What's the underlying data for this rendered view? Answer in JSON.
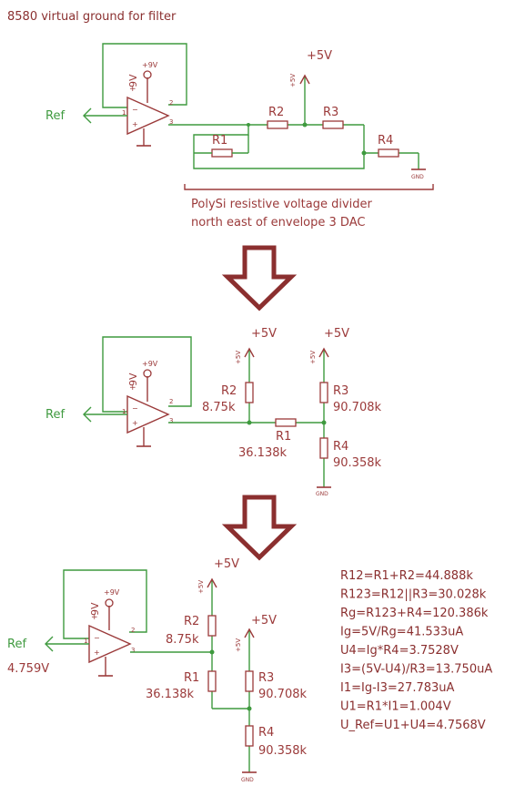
{
  "colors": {
    "wire": "#3f9a3f",
    "component": "#9b3a3a",
    "label": "#8a2f2f",
    "arrow": "#8b2f2f",
    "background": "#ffffff"
  },
  "title": "8580 virtual ground for filter",
  "note": {
    "line1": "PolySi resistive voltage divider",
    "line2": "north east of envelope 3 DAC"
  },
  "labels": {
    "ref": "Ref",
    "plus9v": "+9V",
    "nine_v": "9V",
    "plus5v": "+5V",
    "five_v": "+5V",
    "gnd": "GND",
    "pin1": "1",
    "pin2": "2",
    "pin3": "3",
    "r1": "R1",
    "r2": "R2",
    "r3": "R3",
    "r4": "R4"
  },
  "values": {
    "r1": "36.138k",
    "r2": "8.75k",
    "r3": "90.708k",
    "r4": "90.358k",
    "ref_voltage": "4.759V"
  },
  "equations": [
    "R12=R1+R2=44.888k",
    "R123=R12||R3=30.028k",
    "Rg=R123+R4=120.386k",
    "Ig=5V/Rg=41.533uA",
    "U4=Ig*R4=3.7528V",
    "I3=(5V-U4)/R3=13.750uA",
    "I1=Ig-I3=27.783uA",
    "U1=R1*I1=1.004V",
    "U_Ref=U1+U4=4.7568V"
  ]
}
